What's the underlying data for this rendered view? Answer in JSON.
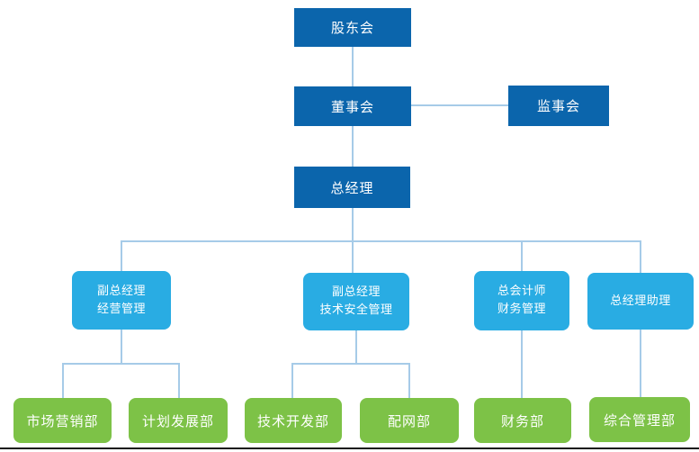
{
  "diagram": {
    "type": "org-chart",
    "language": "zh-CN"
  },
  "nodes": {
    "shareholders": {
      "label": "股东会"
    },
    "board": {
      "label": "董事会"
    },
    "supervisors": {
      "label": "监事会"
    },
    "general_manager": {
      "label": "总经理"
    },
    "deputy_gm_operations": {
      "line1": "副总经理",
      "line2": "经营管理"
    },
    "deputy_gm_tech_safety": {
      "line1": "副总经理",
      "line2": "技术安全管理"
    },
    "chief_accountant_finance": {
      "line1": "总会计师",
      "line2": "财务管理"
    },
    "gm_assistant": {
      "label": "总经理助理"
    },
    "marketing_dept": {
      "label": "市场营销部"
    },
    "planning_dev_dept": {
      "label": "计划发展部"
    },
    "tech_dev_dept": {
      "label": "技术开发部"
    },
    "distribution_dept": {
      "label": "配网部"
    },
    "finance_dept": {
      "label": "财务部"
    },
    "general_admin_dept": {
      "label": "综合管理部"
    }
  },
  "edges": [
    {
      "from": "股东会",
      "to": "董事会"
    },
    {
      "from": "董事会",
      "to": "监事会"
    },
    {
      "from": "董事会",
      "to": "总经理"
    },
    {
      "from": "总经理",
      "to": "副总经理 经营管理"
    },
    {
      "from": "总经理",
      "to": "副总经理 技术安全管理"
    },
    {
      "from": "总经理",
      "to": "总会计师 财务管理"
    },
    {
      "from": "总经理",
      "to": "总经理助理"
    },
    {
      "from": "副总经理 经营管理",
      "to": "市场营销部"
    },
    {
      "from": "副总经理 经营管理",
      "to": "计划发展部"
    },
    {
      "from": "副总经理 技术安全管理",
      "to": "技术开发部"
    },
    {
      "from": "副总经理 技术安全管理",
      "to": "配网部"
    },
    {
      "from": "总会计师 财务管理",
      "to": "财务部"
    },
    {
      "from": "总经理助理",
      "to": "综合管理部"
    }
  ],
  "colors": {
    "level_top_box": "#0b65ac",
    "level_middle_box": "#29ace3",
    "level_bottom_box": "#7dc247",
    "connector_line": "#a6cbe8",
    "box_text": "#ffffff",
    "bottom_edge_line": "#141414"
  }
}
